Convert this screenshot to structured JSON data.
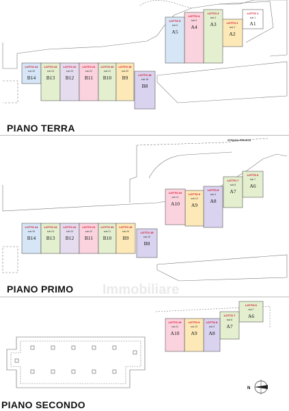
{
  "floors": [
    {
      "title": "PIANO TERRA",
      "units": [
        {
          "lotto": "LOTTO 1",
          "sub": "sub.1",
          "code": "A1",
          "color": "#ffffff"
        },
        {
          "lotto": "LOTTO 2",
          "sub": "sub.2",
          "code": "A2",
          "color": "#fde9b8"
        },
        {
          "lotto": "LOTTO 3",
          "sub": "sub.4",
          "code": "A3",
          "color": "#e3efcf"
        },
        {
          "lotto": "LOTTO 4",
          "sub": "sub.5",
          "code": "A4",
          "color": "#fbd3de"
        },
        {
          "lotto": "LOTTO 5",
          "sub": "sub.6",
          "code": "A5",
          "color": "#d6e6f7"
        },
        {
          "lotto": "LOTTO 24",
          "sub": "sub.25",
          "code": "B14",
          "color": "#d6e6f7"
        },
        {
          "lotto": "LOTTO 23",
          "sub": "sub.24",
          "code": "B13",
          "color": "#e3efcf"
        },
        {
          "lotto": "LOTTO 22",
          "sub": "sub.23",
          "code": "B12",
          "color": "#e5dcef"
        },
        {
          "lotto": "LOTTO 21",
          "sub": "sub.22",
          "code": "B11",
          "color": "#fbd3de"
        },
        {
          "lotto": "LOTTO 20",
          "sub": "sub.21",
          "code": "B10",
          "color": "#e3efcf"
        },
        {
          "lotto": "LOTTO 19",
          "sub": "sub.20",
          "code": "B9",
          "color": "#fde9b8"
        },
        {
          "lotto": "LOTTO 18",
          "sub": "sub.18",
          "code": "B8",
          "color": "#d9d3ef"
        }
      ]
    },
    {
      "title": "PIANO PRIMO",
      "street": "STRADA PRIVATA",
      "units": [
        {
          "lotto": "LOTTO 6",
          "sub": "sub.7",
          "code": "A6",
          "color": "#e3efcf"
        },
        {
          "lotto": "LOTTO 7",
          "sub": "sub.8",
          "code": "A7",
          "color": "#e3efcf"
        },
        {
          "lotto": "LOTTO 8",
          "sub": "sub.9",
          "code": "A8",
          "color": "#d9d3ef"
        },
        {
          "lotto": "LOTTO 9",
          "sub": "sub.10",
          "code": "A9",
          "color": "#fde9b8"
        },
        {
          "lotto": "LOTTO 10",
          "sub": "sub.11",
          "code": "A10",
          "color": "#fbd3de"
        },
        {
          "lotto": "LOTTO 24",
          "sub": "sub.25",
          "code": "B14",
          "color": "#d6e6f7"
        },
        {
          "lotto": "LOTTO 23",
          "sub": "sub.24",
          "code": "B13",
          "color": "#e3efcf"
        },
        {
          "lotto": "LOTTO 22",
          "sub": "sub.23",
          "code": "B12",
          "color": "#e5dcef"
        },
        {
          "lotto": "LOTTO 21",
          "sub": "sub.22",
          "code": "B11",
          "color": "#fbd3de"
        },
        {
          "lotto": "LOTTO 20",
          "sub": "sub.21",
          "code": "B10",
          "color": "#e3efcf"
        },
        {
          "lotto": "LOTTO 19",
          "sub": "sub.20",
          "code": "B9",
          "color": "#fde9b8"
        },
        {
          "lotto": "LOTTO 18",
          "sub": "sub.19",
          "code": "B8",
          "color": "#d9d3ef"
        }
      ]
    },
    {
      "title": "PIANO SECONDO",
      "units": [
        {
          "lotto": "LOTTO 6",
          "sub": "sub.7",
          "code": "A6",
          "color": "#e3efcf"
        },
        {
          "lotto": "LOTTO 7",
          "sub": "sub.8",
          "code": "A7",
          "color": "#e3efcf"
        },
        {
          "lotto": "LOTTO 8",
          "sub": "sub.9",
          "code": "A8",
          "color": "#d9d3ef"
        },
        {
          "lotto": "LOTTO 9",
          "sub": "sub.10",
          "code": "A9",
          "color": "#fde9b8"
        },
        {
          "lotto": "LOTTO 10",
          "sub": "sub.11",
          "code": "A10",
          "color": "#fbd3de"
        }
      ]
    }
  ],
  "compass": {
    "label": "N"
  },
  "watermark": "Immobiliare"
}
